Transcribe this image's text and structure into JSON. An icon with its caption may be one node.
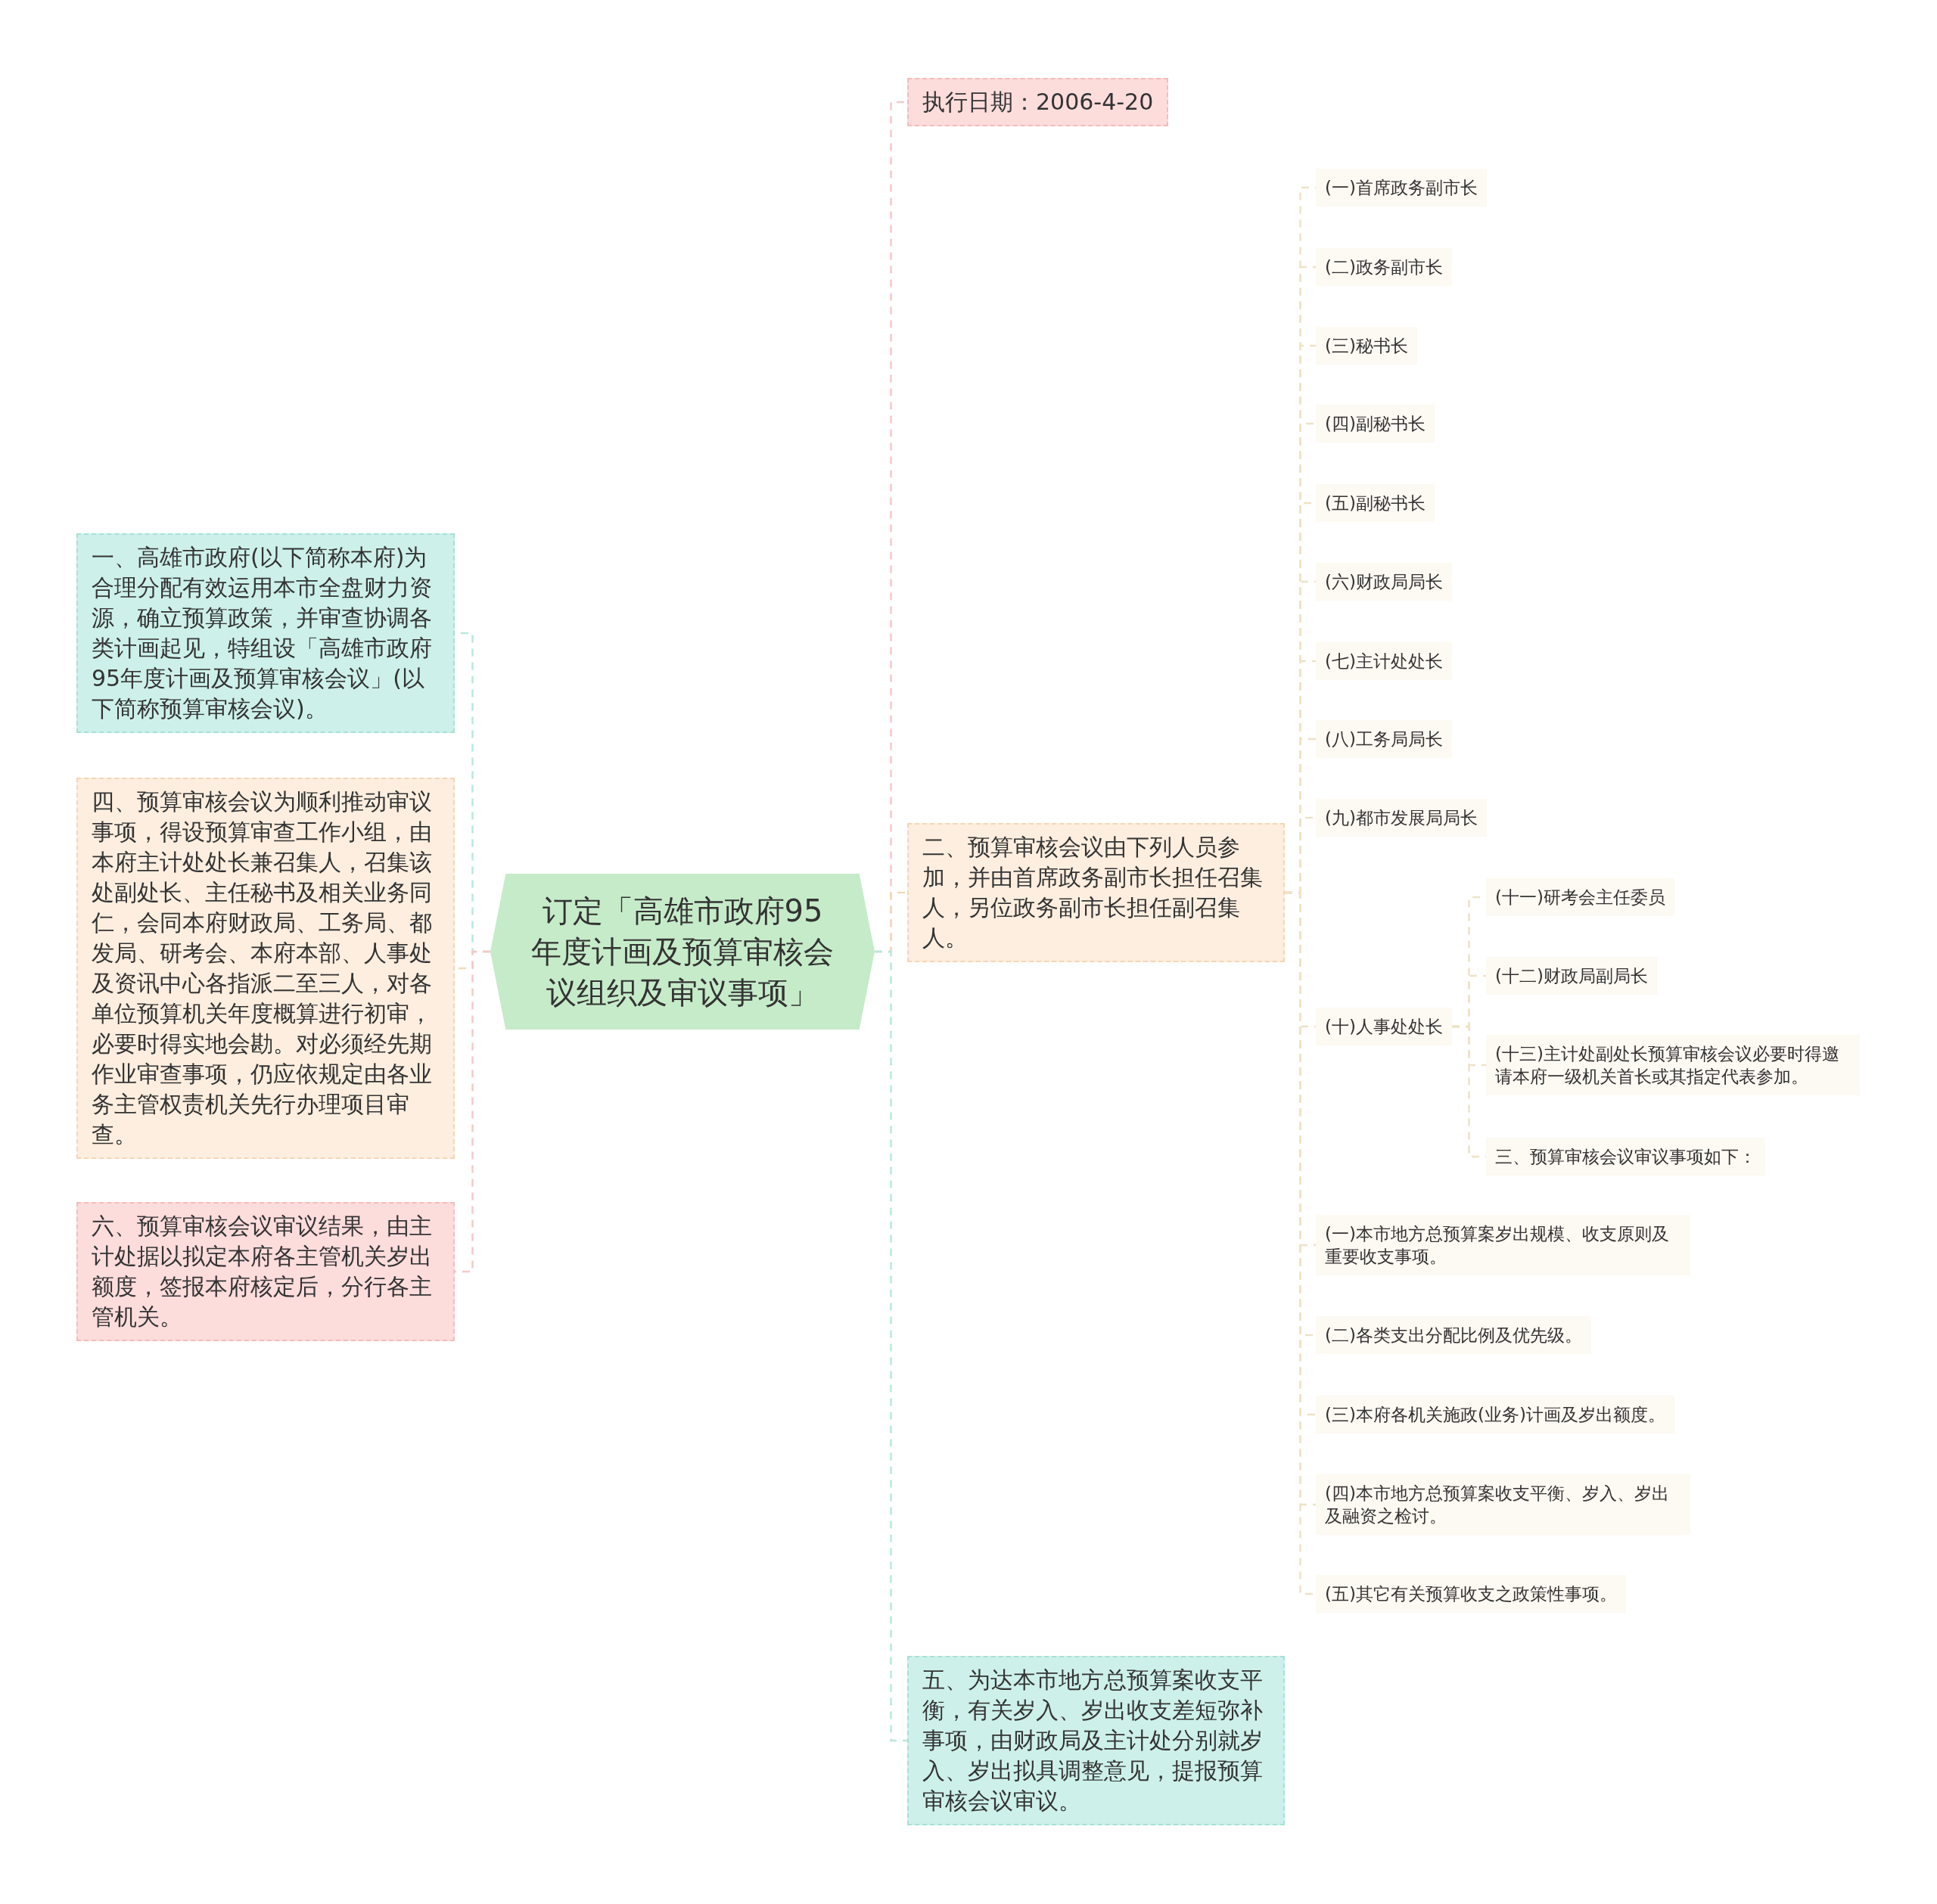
{
  "diagram": {
    "nodes": [
      {
        "text": [
          "订定「高雄市政府95年度计画及预算审核会议组织及审议事项」"
        ]
      },
      {
        "text": [
          "一、高雄市政府(以下简称本府)为合理分配有效运用本市全盘财力资源，确立预算政策，并审查协调各类计画起见，特组设「高雄市政府95年度计画及预算审核会议」(以下简称预算审核会议)。"
        ]
      },
      {
        "text": [
          "四、预算审核会议为顺利推动审议事项，得设预算审查工作小组，由本府主计处处长兼召集人，召集该处副处长、主任秘书及相关业务同仁，会同本府财政局、工务局、都发局、研考会、本府本部、人事处及资讯中心各指派二至三人，对各单位预算机关年度概算进行初审，必要时得实地会勘。对必须经先期作业审查事项，仍应依规定由各业务主管权责机关先行办理项目审查。"
        ]
      },
      {
        "text": [
          "六、预算审核会议审议结果，由主计处据以拟定本府各主管机关岁出额度，签报本府核定后，分行各主管机关。"
        ]
      },
      {
        "text": [
          "执行日期：2006-4-20"
        ]
      },
      {
        "text": [
          "二、预算审核会议由下列人员参加，并由首席政务副市长担任召集人，另位政务副市长担任副召集人。"
        ]
      },
      {
        "text": [
          "(一)首席政务副市长"
        ]
      },
      {
        "text": [
          "(二)政务副市长"
        ]
      },
      {
        "text": [
          "(三)秘书长"
        ]
      },
      {
        "text": [
          "(四)副秘书长"
        ]
      },
      {
        "text": [
          "(五)副秘书长"
        ]
      },
      {
        "text": [
          "(六)财政局局长"
        ]
      },
      {
        "text": [
          "(七)主计处处长"
        ]
      },
      {
        "text": [
          "(八)工务局局长"
        ]
      },
      {
        "text": [
          "(九)都市发展局局长"
        ]
      },
      {
        "text": [
          "(十)人事处处长"
        ]
      },
      {
        "text": [
          "(十一)研考会主任委员"
        ]
      },
      {
        "text": [
          "(十二)财政局副局长"
        ]
      },
      {
        "text": [
          "(十三)主计处副处长预算审核会议必要时得邀请本府一级机关首长或其指定代表参加。"
        ]
      },
      {
        "text": [
          "三、预算审核会议审议事项如下："
        ]
      },
      {
        "text": [
          "(一)本市地方总预算案岁出规模、收支原则及重要收支事项。"
        ]
      },
      {
        "text": [
          "(二)各类支出分配比例及优先级。"
        ]
      },
      {
        "text": [
          "(三)本府各机关施政(业务)计画及岁出额度。"
        ]
      },
      {
        "text": [
          "(四)本市地方总预算案收支平衡、岁入、岁出及融资之检讨。"
        ]
      },
      {
        "text": [
          "(五)其它有关预算收支之政策性事项。"
        ]
      },
      {
        "text": [
          "五、为达本市地方总预算案收支平衡，有关岁入、岁出收支差短弥补事项，由财政局及主计处分别就岁入、岁出拟具调整意见，提报预算审核会议审议。"
        ]
      }
    ],
    "edges": [
      {
        "from": 0,
        "to": 1,
        "arrow": "none",
        "style": "dashed",
        "color": "#b9e8df"
      },
      {
        "from": 0,
        "to": 2,
        "arrow": "none",
        "style": "dashed",
        "color": "#f5d9bc"
      },
      {
        "from": 0,
        "to": 3,
        "arrow": "none",
        "style": "dashed",
        "color": "#f6c9c9"
      },
      {
        "from": 0,
        "to": 4,
        "arrow": "none",
        "style": "dashed",
        "color": "#f6c9c9"
      },
      {
        "from": 0,
        "to": 5,
        "arrow": "none",
        "style": "dashed",
        "color": "#f5d9bc"
      },
      {
        "from": 5,
        "to": 6,
        "arrow": "none",
        "style": "dashed"
      },
      {
        "from": 5,
        "to": 7,
        "arrow": "none",
        "style": "dashed"
      },
      {
        "from": 5,
        "to": 8,
        "arrow": "none",
        "style": "dashed"
      },
      {
        "from": 5,
        "to": 9,
        "arrow": "none",
        "style": "dashed"
      },
      {
        "from": 5,
        "to": 10,
        "arrow": "none",
        "style": "dashed"
      },
      {
        "from": 5,
        "to": 11,
        "arrow": "none",
        "style": "dashed"
      },
      {
        "from": 5,
        "to": 12,
        "arrow": "none",
        "style": "dashed"
      },
      {
        "from": 5,
        "to": 13,
        "arrow": "none",
        "style": "dashed"
      },
      {
        "from": 5,
        "to": 14,
        "arrow": "none",
        "style": "dashed"
      },
      {
        "from": 5,
        "to": 15,
        "arrow": "none",
        "style": "dashed"
      },
      {
        "from": 15,
        "to": 16,
        "arrow": "none",
        "style": "dashed"
      },
      {
        "from": 15,
        "to": 17,
        "arrow": "none",
        "style": "dashed"
      },
      {
        "from": 15,
        "to": 18,
        "arrow": "none",
        "style": "dashed"
      },
      {
        "from": 15,
        "to": 19,
        "arrow": "none",
        "style": "dashed"
      },
      {
        "from": 5,
        "to": 20,
        "arrow": "none",
        "style": "dashed"
      },
      {
        "from": 5,
        "to": 21,
        "arrow": "none",
        "style": "dashed"
      },
      {
        "from": 5,
        "to": 22,
        "arrow": "none",
        "style": "dashed"
      },
      {
        "from": 5,
        "to": 23,
        "arrow": "none",
        "style": "dashed"
      },
      {
        "from": 5,
        "to": 24,
        "arrow": "none",
        "style": "dashed"
      },
      {
        "from": 0,
        "to": 25,
        "arrow": "none",
        "style": "dashed",
        "color": "#b9e8df"
      }
    ]
  }
}
